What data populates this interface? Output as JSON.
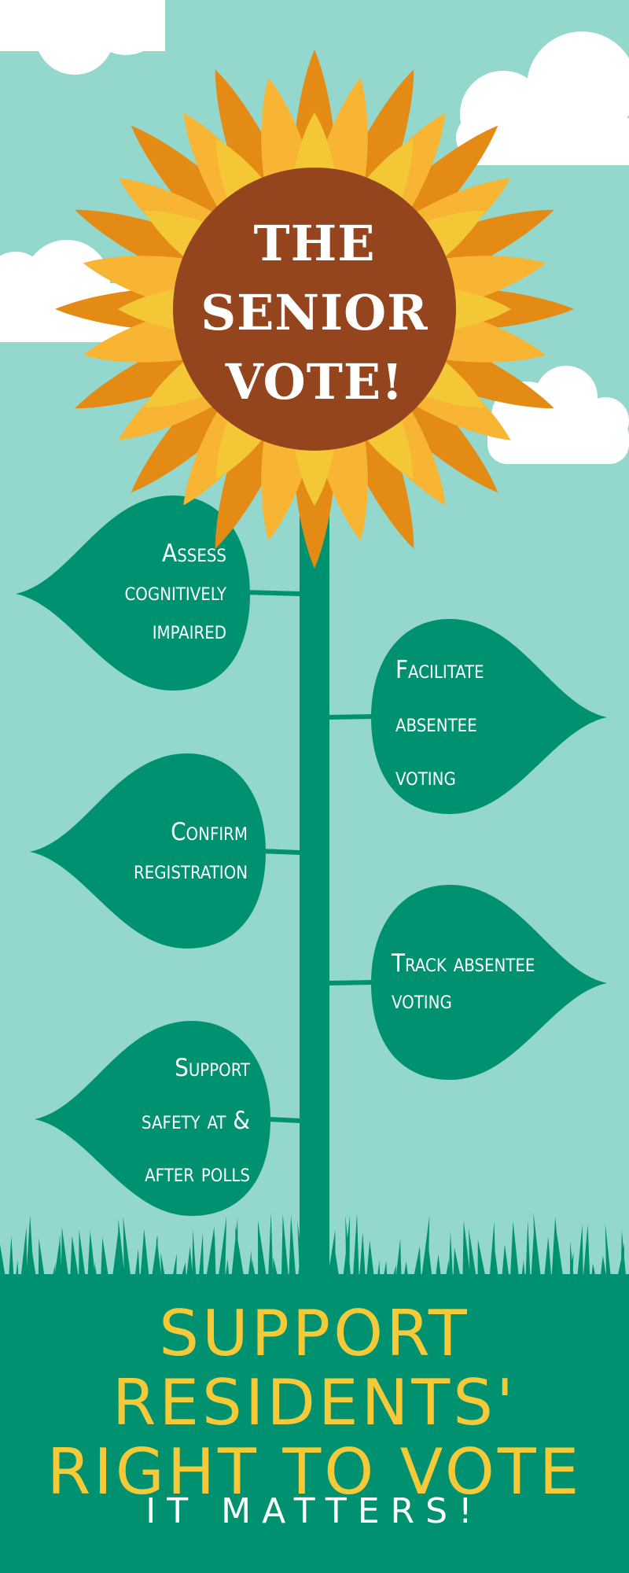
{
  "title": [
    "THE",
    "SENIOR",
    "VOTE!"
  ],
  "leaves": [
    {
      "lines": [
        "Assess",
        "cognitively",
        "impaired"
      ]
    },
    {
      "lines": [
        "Facilitate",
        "absentee",
        "voting"
      ]
    },
    {
      "lines": [
        "Confirm",
        "registration"
      ]
    },
    {
      "lines": [
        "Track absentee",
        "voting"
      ]
    },
    {
      "lines": [
        "Support",
        "safety at &",
        "after polls"
      ]
    }
  ],
  "footer": {
    "headline": [
      "SUPPORT",
      "RESIDENTS'",
      "RIGHT TO VOTE"
    ],
    "tagline": "IT MATTERS!"
  },
  "colors": {
    "sky": "#94d8cd",
    "leaf": "#009270",
    "stem": "#009270",
    "flower_center": "#95451d",
    "petal_outer": "#e38b14",
    "petal_mid": "#f8b433",
    "petal_inner": "#f4c737",
    "headline_yellow": "#f5c937",
    "cloud": "#ffffff"
  }
}
